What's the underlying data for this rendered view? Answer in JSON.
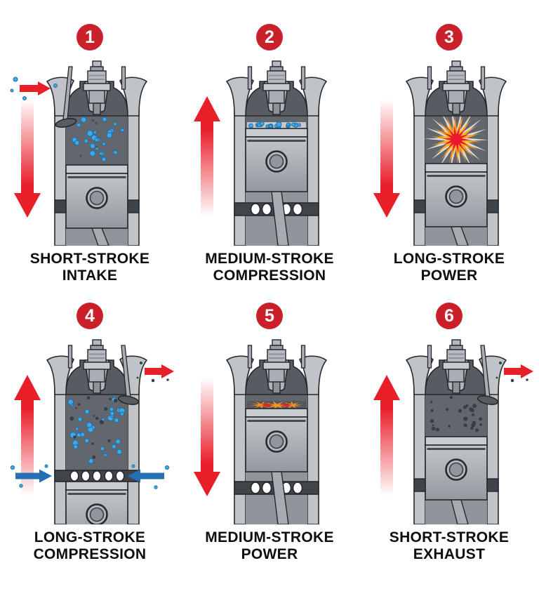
{
  "figure": {
    "kind": "six-stroke piston engine cycle diagram",
    "step_count": 6
  },
  "colors": {
    "badge": "#c9202a",
    "arrow_red": "#e81e28",
    "arrow_blue": "#2470b5",
    "mixture_dot": "#41a8e1",
    "mixture_dot_stroke": "#1b6fae",
    "exhaust_dot": "#383d43",
    "explosion_outer": "#dcdddf",
    "explosion_mid": "#f7941d",
    "explosion_inner": "#ffb81f",
    "explosion_core": "#e8192c",
    "metal_light": "#c0c4c8",
    "metal_mid": "#a9aeb4",
    "chamber_dark": "#62676e",
    "band_dark": "#41454a",
    "outline": "#25282c",
    "label_color": "#0d0d0d",
    "background": "#ffffff"
  },
  "panels": [
    {
      "number": "1",
      "label_lines": [
        "SHORT-STROKE",
        "INTAKE"
      ],
      "diagram": {
        "arrow": "down",
        "crown": 150,
        "content": "mixture",
        "valve_open": "left",
        "intake_arrow": true,
        "exhaust_arrow": false,
        "side_blue_arrows": false,
        "ports_band": false,
        "crown_ports": false,
        "wall_bands": true
      }
    },
    {
      "number": "2",
      "label_lines": [
        "MEDIUM-STROKE",
        "COMPRESSION"
      ],
      "diagram": {
        "arrow": "up",
        "crown": 98,
        "content": "compressed",
        "valve_open": null,
        "intake_arrow": false,
        "exhaust_arrow": false,
        "side_blue_arrows": false,
        "ports_band": true,
        "crown_ports": false,
        "wall_bands": false
      }
    },
    {
      "number": "3",
      "label_lines": [
        "LONG-STROKE",
        "POWER"
      ],
      "diagram": {
        "arrow": "down",
        "crown": 148,
        "content": "explosion",
        "valve_open": null,
        "intake_arrow": false,
        "exhaust_arrow": false,
        "side_blue_arrows": false,
        "ports_band": false,
        "crown_ports": false,
        "wall_bands": true
      }
    },
    {
      "number": "4",
      "label_lines": [
        "LONG-STROKE",
        "COMPRESSION"
      ],
      "diagram": {
        "arrow": "up",
        "crown": 204,
        "content": "mixture_exhaust",
        "valve_open": "right",
        "intake_arrow": false,
        "exhaust_arrow": true,
        "side_blue_arrows": true,
        "ports_band": false,
        "crown_ports": true,
        "wall_bands": false
      }
    },
    {
      "number": "5",
      "label_lines": [
        "MEDIUM-STROKE",
        "POWER"
      ],
      "diagram": {
        "arrow": "down",
        "crown": 100,
        "content": "flame",
        "valve_open": null,
        "intake_arrow": false,
        "exhaust_arrow": false,
        "side_blue_arrows": false,
        "ports_band": true,
        "crown_ports": false,
        "wall_bands": false
      }
    },
    {
      "number": "6",
      "label_lines": [
        "SHORT-STROKE",
        "EXHAUST"
      ],
      "diagram": {
        "arrow": "up",
        "crown": 140,
        "content": "exhaust",
        "valve_open": "right",
        "intake_arrow": false,
        "exhaust_arrow": true,
        "side_blue_arrows": false,
        "ports_band": false,
        "crown_ports": false,
        "wall_bands": true
      }
    }
  ]
}
